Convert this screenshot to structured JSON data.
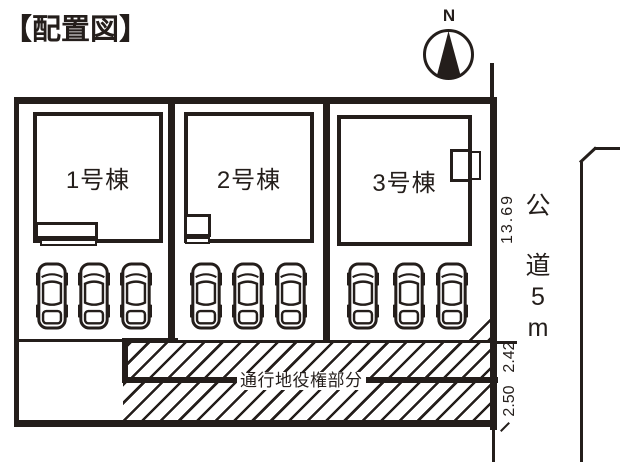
{
  "title": "【配置図】",
  "compass": {
    "label": "N",
    "icon": "north-compass-icon"
  },
  "site": {
    "buildings": [
      {
        "label": "1号棟"
      },
      {
        "label": "2号棟"
      },
      {
        "label": "3号棟"
      }
    ],
    "parking": {
      "icon": "car-top-view-icon",
      "lots": 3,
      "spaces_per_lot": 3
    }
  },
  "easement": {
    "label": "通行地役権部分"
  },
  "road": {
    "label": "公道5m",
    "chars": [
      "公",
      "道",
      "5",
      "m"
    ]
  },
  "dimensions": {
    "east_boundary": "13.69",
    "upper_strip": "2.42",
    "lower_strip": "2.50"
  },
  "colors": {
    "ink": "#241e1b",
    "background": "#ffffff"
  }
}
